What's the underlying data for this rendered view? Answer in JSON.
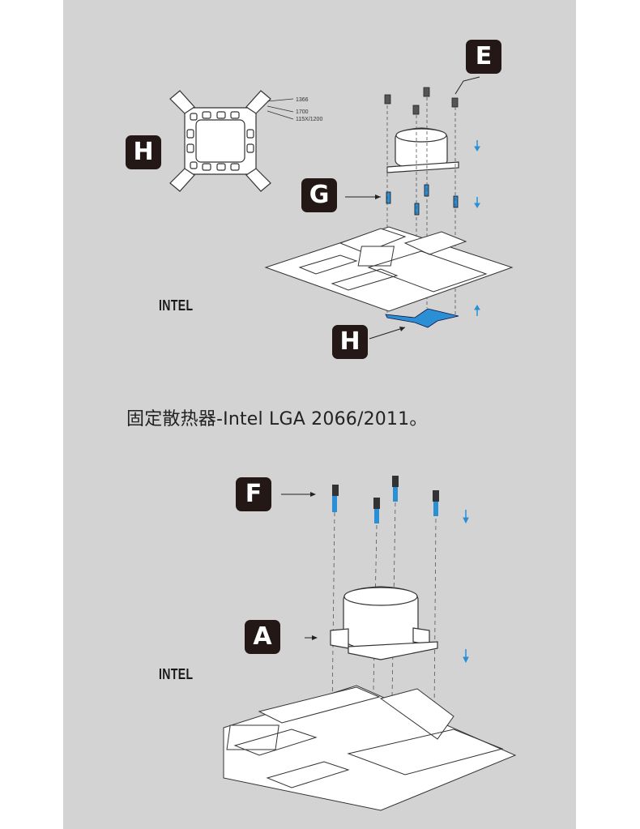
{
  "top_diagram": {
    "tag_e": "E",
    "tag_h_bracket": "H",
    "tag_g": "G",
    "tag_h_backplate": "H",
    "socket_labels": [
      "1366",
      "1700",
      "115X/1200"
    ],
    "platform_label": "INTEL"
  },
  "section_heading": "固定散热器-Intel LGA 2066/2011。",
  "bottom_diagram": {
    "tag_f": "F",
    "tag_a": "A",
    "platform_label": "INTEL"
  },
  "colors": {
    "panel": "#d3d3d3",
    "tag_bg": "#231816",
    "accent_blue": "#2b8fd6",
    "line": "#444444"
  }
}
